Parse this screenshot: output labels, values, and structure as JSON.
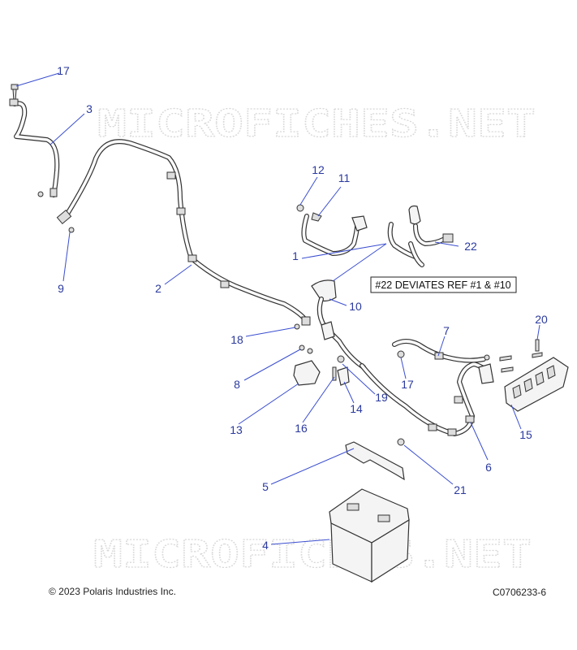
{
  "watermark": "MICROFICHES.NET",
  "note": "#22 DEVIATES REF #1 & #10",
  "footer": {
    "copyright": "© 2023 Polaris Industries Inc.",
    "diagram_code": "C0706233-6"
  },
  "callouts": {
    "c1": "1",
    "c2": "2",
    "c3": "3",
    "c4": "4",
    "c5": "5",
    "c6": "6",
    "c7": "7",
    "c8": "8",
    "c9": "9",
    "c10": "10",
    "c11": "11",
    "c12": "12",
    "c13": "13",
    "c14": "14",
    "c15": "15",
    "c16": "16",
    "c17a": "17",
    "c17b": "17",
    "c18": "18",
    "c19": "19",
    "c20": "20",
    "c21": "21",
    "c22": "22"
  },
  "colors": {
    "callout": "#2b3a9e",
    "leader": "#3b4fd0",
    "watermark": "#d8d8d8"
  }
}
